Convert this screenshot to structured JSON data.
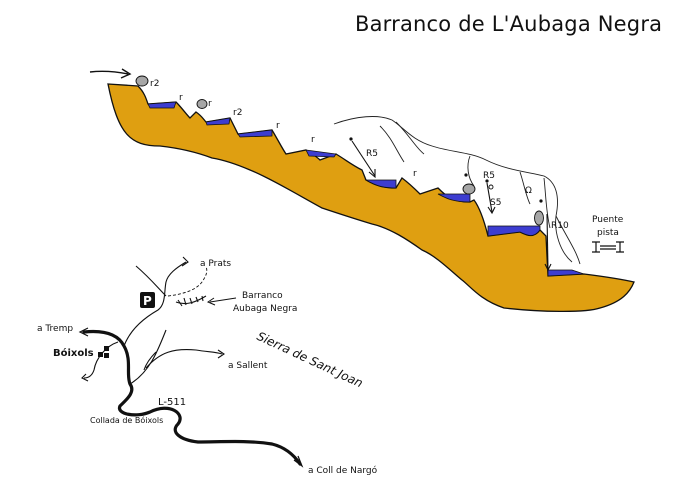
{
  "title": "Barranco de L'Aubaga Negra",
  "colors": {
    "rock": "#DF9F11",
    "water": "#3D3DD0",
    "outline": "#111111",
    "boulder": "#A6A6A6",
    "parking": "#111111"
  },
  "profile": {
    "labels": {
      "r2_top": "r2",
      "r_a": "r",
      "r_b": "r",
      "r2_mid": "r2",
      "r_c": "r",
      "r_d": "r",
      "r5_a": "R5",
      "r_e": "r",
      "r5_b": "R5",
      "s5": "S5",
      "r10": "R10",
      "omega": "Ω"
    },
    "bridge": {
      "line1": "Puente",
      "line2": "pista"
    }
  },
  "map": {
    "parking": "P",
    "prats": "a Prats",
    "barranco_line1": "Barranco",
    "barranco_line2": "Aubaga Negra",
    "tremp": "a Tremp",
    "boixols": "Bóixols",
    "sallent": "a Sallent",
    "sierra": "Sierra de Sant Joan",
    "road": "L-511",
    "collada": "Collada de Bóixols",
    "nargo": "a Coll de Nargó"
  }
}
